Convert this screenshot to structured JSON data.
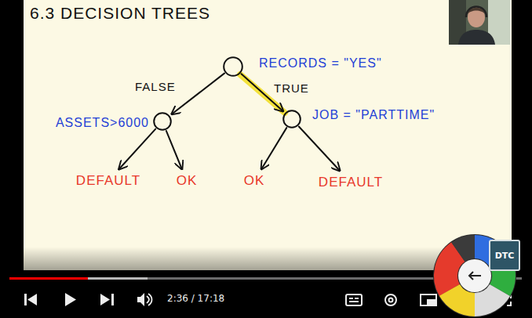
{
  "diagram": {
    "title": "6.3 DECISION TREES",
    "nodes": [
      {
        "text": [
          "RECORDS = \"YES\""
        ]
      },
      {
        "text": [
          "ASSETS>6000"
        ]
      },
      {
        "text": [
          "JOB = \"PARTTIME\""
        ]
      },
      {
        "text": [
          "DEFAULT"
        ]
      },
      {
        "text": [
          "OK"
        ]
      },
      {
        "text": [
          "OK"
        ]
      },
      {
        "text": [
          "DEFAULT"
        ]
      }
    ],
    "edges": [
      {
        "from": 0,
        "to": 1,
        "label": "FALSE",
        "arrow": "to"
      },
      {
        "from": 0,
        "to": 2,
        "label": "TRUE",
        "arrow": "to"
      },
      {
        "from": 1,
        "to": 3,
        "arrow": "to"
      },
      {
        "from": 1,
        "to": 4,
        "arrow": "to"
      },
      {
        "from": 2,
        "to": 5,
        "arrow": "to"
      },
      {
        "from": 2,
        "to": 6,
        "arrow": "to"
      }
    ],
    "labels": [
      "2:36 / 17:18",
      "DTC"
    ]
  }
}
